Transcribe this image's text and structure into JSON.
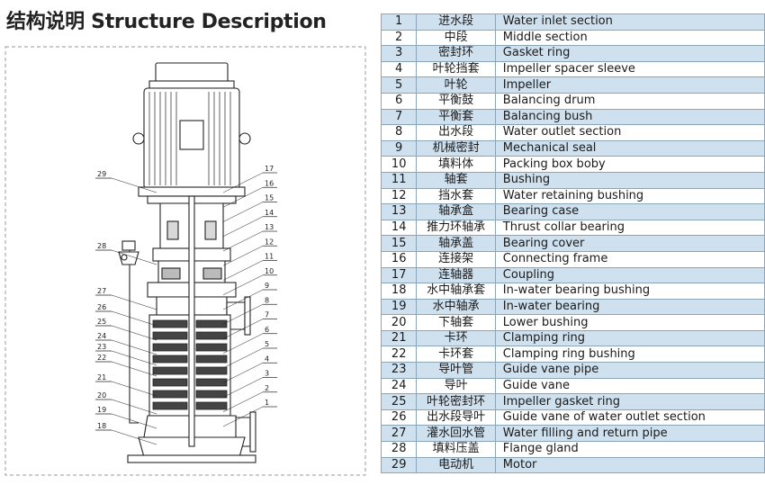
{
  "title": "结构说明 Structure Description",
  "parts": [
    {
      "no": "1",
      "zh": "进水段",
      "en": "Water inlet section"
    },
    {
      "no": "2",
      "zh": "中段",
      "en": "Middle section"
    },
    {
      "no": "3",
      "zh": "密封环",
      "en": "Gasket ring"
    },
    {
      "no": "4",
      "zh": "叶轮挡套",
      "en": "Impeller spacer sleeve"
    },
    {
      "no": "5",
      "zh": "叶轮",
      "en": "Impeller"
    },
    {
      "no": "6",
      "zh": "平衡鼓",
      "en": "Balancing drum"
    },
    {
      "no": "7",
      "zh": "平衡套",
      "en": "Balancing bush"
    },
    {
      "no": "8",
      "zh": "出水段",
      "en": "Water outlet section"
    },
    {
      "no": "9",
      "zh": "机械密封",
      "en": "Mechanical seal"
    },
    {
      "no": "10",
      "zh": "填料体",
      "en": "Packing box boby"
    },
    {
      "no": "11",
      "zh": "轴套",
      "en": "Bushing"
    },
    {
      "no": "12",
      "zh": "挡水套",
      "en": "Water retaining bushing"
    },
    {
      "no": "13",
      "zh": "轴承盒",
      "en": "Bearing case"
    },
    {
      "no": "14",
      "zh": "推力环轴承",
      "en": "Thrust collar bearing"
    },
    {
      "no": "15",
      "zh": "轴承盖",
      "en": "Bearing cover"
    },
    {
      "no": "16",
      "zh": "连接架",
      "en": "Connecting frame"
    },
    {
      "no": "17",
      "zh": "连轴器",
      "en": "Coupling"
    },
    {
      "no": "18",
      "zh": "水中轴承套",
      "en": "In-water bearing bushing"
    },
    {
      "no": "19",
      "zh": "水中轴承",
      "en": "In-water bearing"
    },
    {
      "no": "20",
      "zh": "下轴套",
      "en": "Lower bushing"
    },
    {
      "no": "21",
      "zh": "卡环",
      "en": "Clamping ring"
    },
    {
      "no": "22",
      "zh": "卡环套",
      "en": "Clamping ring bushing"
    },
    {
      "no": "23",
      "zh": "导叶管",
      "en": "Guide vane pipe"
    },
    {
      "no": "24",
      "zh": "导叶",
      "en": "Guide vane"
    },
    {
      "no": "25",
      "zh": "叶轮密封环",
      "en": "Impeller gasket ring"
    },
    {
      "no": "26",
      "zh": "出水段导叶",
      "en": "Guide vane of water outlet section"
    },
    {
      "no": "27",
      "zh": "灌水回水管",
      "en": "Water filling and return pipe"
    },
    {
      "no": "28",
      "zh": "填料压盖",
      "en": "Flange gland"
    },
    {
      "no": "29",
      "zh": "电动机",
      "en": "Motor"
    }
  ],
  "diagram": {
    "right_callouts": [
      "17",
      "16",
      "15",
      "14",
      "13",
      "12",
      "11",
      "10",
      "9",
      "8",
      "7",
      "6",
      "5",
      "4",
      "3",
      "2",
      "1"
    ],
    "left_callouts": [
      "29",
      "28",
      "27",
      "26",
      "25",
      "24",
      "23",
      "22",
      "21",
      "20",
      "19",
      "18"
    ]
  }
}
